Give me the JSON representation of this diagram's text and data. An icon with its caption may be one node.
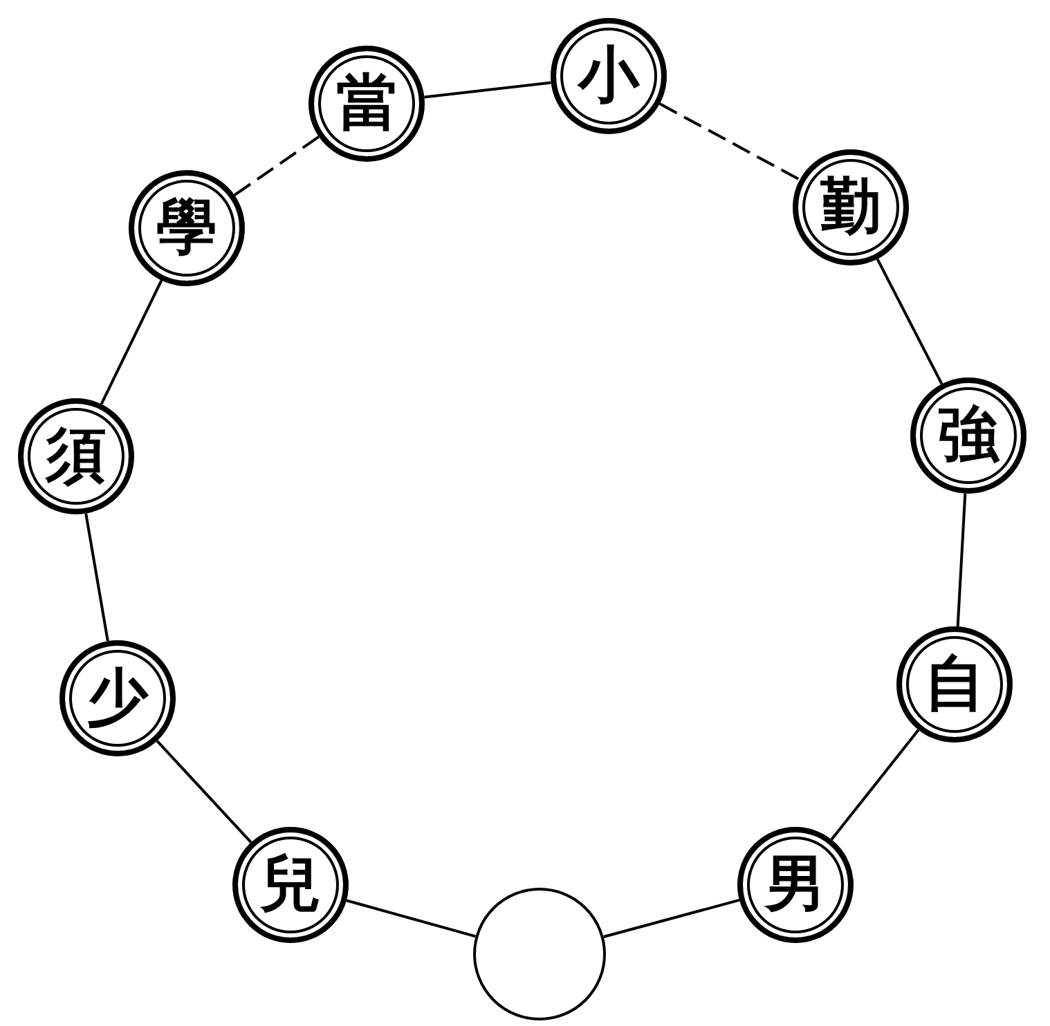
{
  "diagram": {
    "nodes": [
      {
        "text": [
          "小"
        ]
      },
      {
        "text": [
          "勤"
        ]
      },
      {
        "text": [
          "強"
        ]
      },
      {
        "text": [
          "自"
        ]
      },
      {
        "text": [
          "男"
        ]
      },
      {
        "text": [],
        "shape": "circle"
      },
      {
        "text": [
          "兒"
        ]
      },
      {
        "text": [
          "少"
        ]
      },
      {
        "text": [
          "須"
        ]
      },
      {
        "text": [
          "學"
        ]
      },
      {
        "text": [
          "當"
        ]
      }
    ],
    "edges": [
      {
        "from": 0,
        "to": 1,
        "arrow": "none",
        "style": "dashed"
      },
      {
        "from": 1,
        "to": 2,
        "arrow": "none"
      },
      {
        "from": 2,
        "to": 3,
        "arrow": "none"
      },
      {
        "from": 3,
        "to": 4,
        "arrow": "none"
      },
      {
        "from": 4,
        "to": 5,
        "arrow": "none"
      },
      {
        "from": 5,
        "to": 6,
        "arrow": "none"
      },
      {
        "from": 6,
        "to": 7,
        "arrow": "none"
      },
      {
        "from": 7,
        "to": 8,
        "arrow": "none"
      },
      {
        "from": 8,
        "to": 9,
        "arrow": "none"
      },
      {
        "from": 9,
        "to": 10,
        "arrow": "none",
        "style": "dashed"
      },
      {
        "from": 10,
        "to": 0,
        "arrow": "none"
      }
    ]
  }
}
